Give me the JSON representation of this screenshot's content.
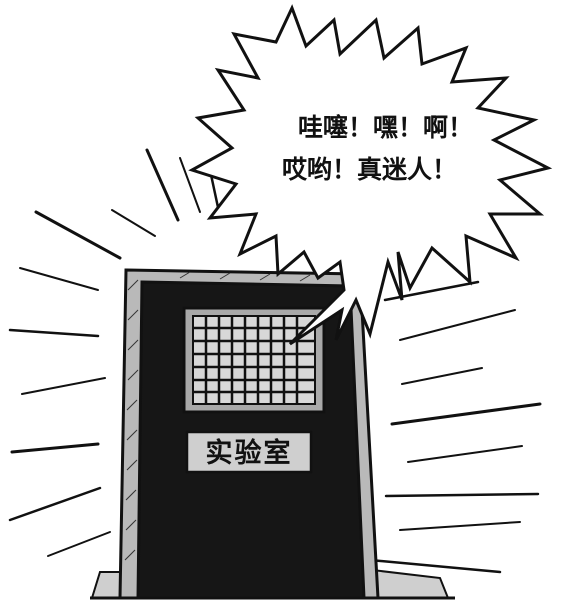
{
  "speech_bubble": {
    "line1": "哇噻！嘿！啊！",
    "line2": "哎哟！真迷人！"
  },
  "door": {
    "sign_label": "实验室"
  },
  "colors": {
    "ink": "#111111",
    "door_fill": "#161616",
    "frame_fill": "#b9b9b9",
    "sign_fill": "#cfcfcf",
    "window_fill": "#d8d8d8",
    "paper": "#ffffff"
  }
}
